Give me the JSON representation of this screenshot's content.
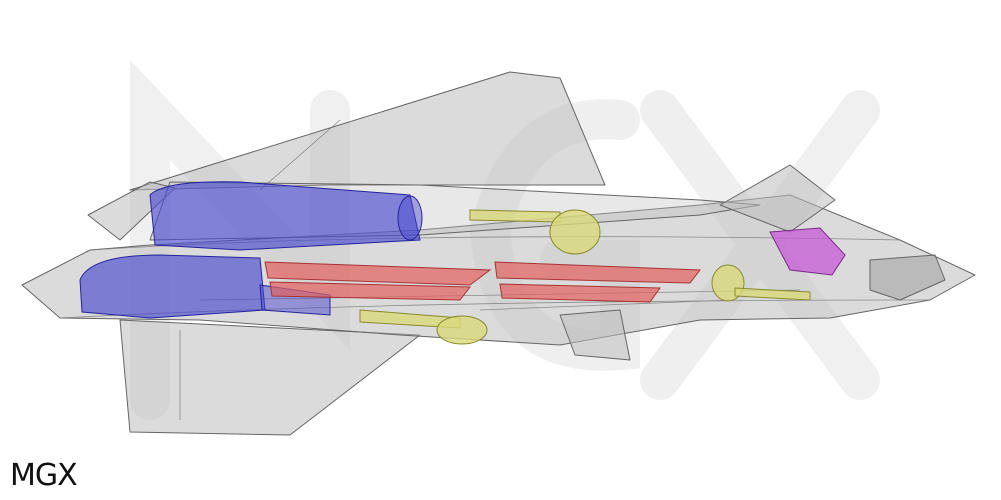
{
  "logo": {
    "text": "MGX"
  },
  "colors": {
    "airframe": "#b9b9b9",
    "airframe_edge": "#5a5a5a",
    "engine": "#4a4ad0",
    "weapon": "#e26060",
    "gear": "#dada7a",
    "cockpit_gear": "#c65ad6",
    "watermark": "#e6e6e6"
  },
  "components": [
    {
      "id": "engine-upper",
      "kind": "engine"
    },
    {
      "id": "engine-lower",
      "kind": "engine"
    },
    {
      "id": "weapons-bay-rear",
      "kind": "weapon"
    },
    {
      "id": "weapons-bay-front",
      "kind": "weapon"
    },
    {
      "id": "main-gear-upper",
      "kind": "gear"
    },
    {
      "id": "main-gear-lower",
      "kind": "gear"
    },
    {
      "id": "nose-gear",
      "kind": "gear"
    },
    {
      "id": "cockpit-equipment",
      "kind": "cockpit_gear"
    }
  ]
}
